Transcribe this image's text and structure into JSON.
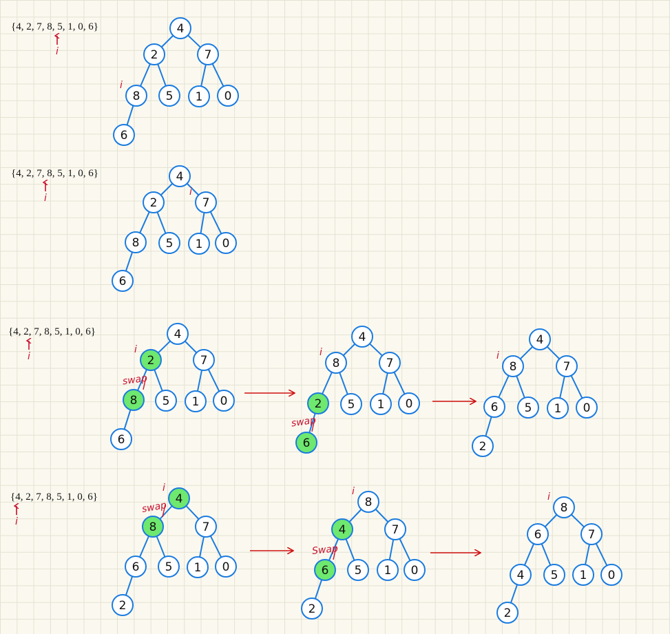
{
  "colors": {
    "node_stroke": "#1a7be0",
    "node_fill": "#ffffff",
    "highlight_fill": "#6ee86e",
    "arrow": "#d01010",
    "annotation": "#c8102e",
    "text": "#111111"
  },
  "rows": [
    {
      "array_text": "{4, 2, 7, 8, 5, 1, 0, 6}",
      "pointer_label": "i",
      "trees": [
        {
          "nodes": [
            {
              "id": "n0",
              "value": "4"
            },
            {
              "id": "n1",
              "value": "2"
            },
            {
              "id": "n2",
              "value": "7"
            },
            {
              "id": "n3",
              "value": "8",
              "note": "i"
            },
            {
              "id": "n4",
              "value": "5"
            },
            {
              "id": "n5",
              "value": "1"
            },
            {
              "id": "n6",
              "value": "0"
            },
            {
              "id": "n7",
              "value": "6"
            }
          ]
        }
      ]
    },
    {
      "array_text": "{4, 2, 7, 8, 5, 1, 0, 6}",
      "pointer_label": "i",
      "trees": [
        {
          "nodes": [
            {
              "id": "n0",
              "value": "4"
            },
            {
              "id": "n1",
              "value": "2"
            },
            {
              "id": "n2",
              "value": "7",
              "note": "i"
            },
            {
              "id": "n3",
              "value": "8"
            },
            {
              "id": "n4",
              "value": "5"
            },
            {
              "id": "n5",
              "value": "1"
            },
            {
              "id": "n6",
              "value": "0"
            },
            {
              "id": "n7",
              "value": "6"
            }
          ]
        }
      ]
    },
    {
      "array_text": "{4, 2, 7, 8, 5, 1, 0, 6}",
      "pointer_label": "i",
      "trees": [
        {
          "nodes": [
            {
              "id": "n0",
              "value": "4"
            },
            {
              "id": "n1",
              "value": "2",
              "highlight": true,
              "note": "i"
            },
            {
              "id": "n2",
              "value": "7"
            },
            {
              "id": "n3",
              "value": "8",
              "highlight": true
            },
            {
              "id": "n4",
              "value": "5"
            },
            {
              "id": "n5",
              "value": "1"
            },
            {
              "id": "n6",
              "value": "0"
            },
            {
              "id": "n7",
              "value": "6"
            }
          ],
          "swap_label": "swap"
        },
        {
          "nodes": [
            {
              "id": "n0",
              "value": "4"
            },
            {
              "id": "n1",
              "value": "8",
              "note": "i"
            },
            {
              "id": "n2",
              "value": "7"
            },
            {
              "id": "n3",
              "value": "2",
              "highlight": true
            },
            {
              "id": "n4",
              "value": "5"
            },
            {
              "id": "n5",
              "value": "1"
            },
            {
              "id": "n6",
              "value": "0"
            },
            {
              "id": "n7",
              "value": "6",
              "highlight": true
            }
          ],
          "swap_label": "swap"
        },
        {
          "nodes": [
            {
              "id": "n0",
              "value": "4"
            },
            {
              "id": "n1",
              "value": "8",
              "note": "i"
            },
            {
              "id": "n2",
              "value": "7"
            },
            {
              "id": "n3",
              "value": "6"
            },
            {
              "id": "n4",
              "value": "5"
            },
            {
              "id": "n5",
              "value": "1"
            },
            {
              "id": "n6",
              "value": "0"
            },
            {
              "id": "n7",
              "value": "2"
            }
          ]
        }
      ]
    },
    {
      "array_text": "{4, 2, 7, 8, 5, 1, 0, 6}",
      "pointer_label": "i",
      "trees": [
        {
          "nodes": [
            {
              "id": "n0",
              "value": "4",
              "highlight": true,
              "note": "i"
            },
            {
              "id": "n1",
              "value": "8",
              "highlight": true
            },
            {
              "id": "n2",
              "value": "7"
            },
            {
              "id": "n3",
              "value": "6"
            },
            {
              "id": "n4",
              "value": "5"
            },
            {
              "id": "n5",
              "value": "1"
            },
            {
              "id": "n6",
              "value": "0"
            },
            {
              "id": "n7",
              "value": "2"
            }
          ],
          "swap_label": "swap"
        },
        {
          "nodes": [
            {
              "id": "n0",
              "value": "8",
              "note": "i"
            },
            {
              "id": "n1",
              "value": "4",
              "highlight": true
            },
            {
              "id": "n2",
              "value": "7"
            },
            {
              "id": "n3",
              "value": "6",
              "highlight": true
            },
            {
              "id": "n4",
              "value": "5"
            },
            {
              "id": "n5",
              "value": "1"
            },
            {
              "id": "n6",
              "value": "0"
            },
            {
              "id": "n7",
              "value": "2"
            }
          ],
          "swap_label": "Swap"
        },
        {
          "nodes": [
            {
              "id": "n0",
              "value": "8",
              "note": "i"
            },
            {
              "id": "n1",
              "value": "6"
            },
            {
              "id": "n2",
              "value": "7"
            },
            {
              "id": "n3",
              "value": "4"
            },
            {
              "id": "n4",
              "value": "5"
            },
            {
              "id": "n5",
              "value": "1"
            },
            {
              "id": "n6",
              "value": "0"
            },
            {
              "id": "n7",
              "value": "2"
            }
          ]
        }
      ]
    }
  ]
}
